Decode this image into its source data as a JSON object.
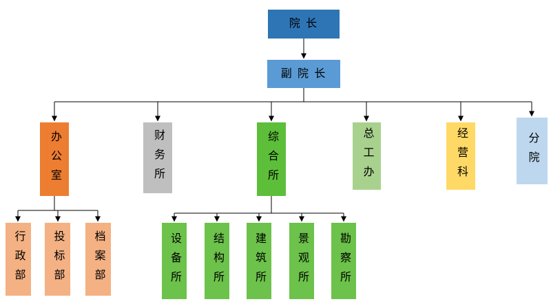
{
  "org_chart": {
    "line_color": "#000000",
    "text_color": "#000000",
    "background": "#ffffff",
    "root": {
      "label": "院 长",
      "color": "#2E75B6"
    },
    "deputy": {
      "label": "副 院 长",
      "color": "#5B9BD5"
    },
    "departments": [
      {
        "id": "office",
        "label": "办公室",
        "color": "#ED7D31"
      },
      {
        "id": "finance",
        "label": "财务所",
        "color": "#BFBFBF"
      },
      {
        "id": "comprehensive",
        "label": "综合所",
        "color": "#5DBE3A"
      },
      {
        "id": "chief-engineer",
        "label": "总工办",
        "color": "#A9D18E"
      },
      {
        "id": "operations",
        "label": "经营科",
        "color": "#FFD966"
      },
      {
        "id": "branch",
        "label": "分院",
        "color": "#BDD7EE"
      }
    ],
    "office_children": [
      {
        "id": "admin",
        "label": "行政部",
        "color": "#F4B183"
      },
      {
        "id": "bidding",
        "label": "投标部",
        "color": "#F4B183"
      },
      {
        "id": "archives",
        "label": "档案部",
        "color": "#F4B183"
      }
    ],
    "comprehensive_children": [
      {
        "id": "equipment",
        "label": "设备所",
        "color": "#6CC24A"
      },
      {
        "id": "structure",
        "label": "结构所",
        "color": "#6CC24A"
      },
      {
        "id": "architecture",
        "label": "建筑所",
        "color": "#6CC24A"
      },
      {
        "id": "landscape",
        "label": "景观所",
        "color": "#6CC24A"
      },
      {
        "id": "survey",
        "label": "勘察所",
        "color": "#6CC24A"
      }
    ]
  }
}
